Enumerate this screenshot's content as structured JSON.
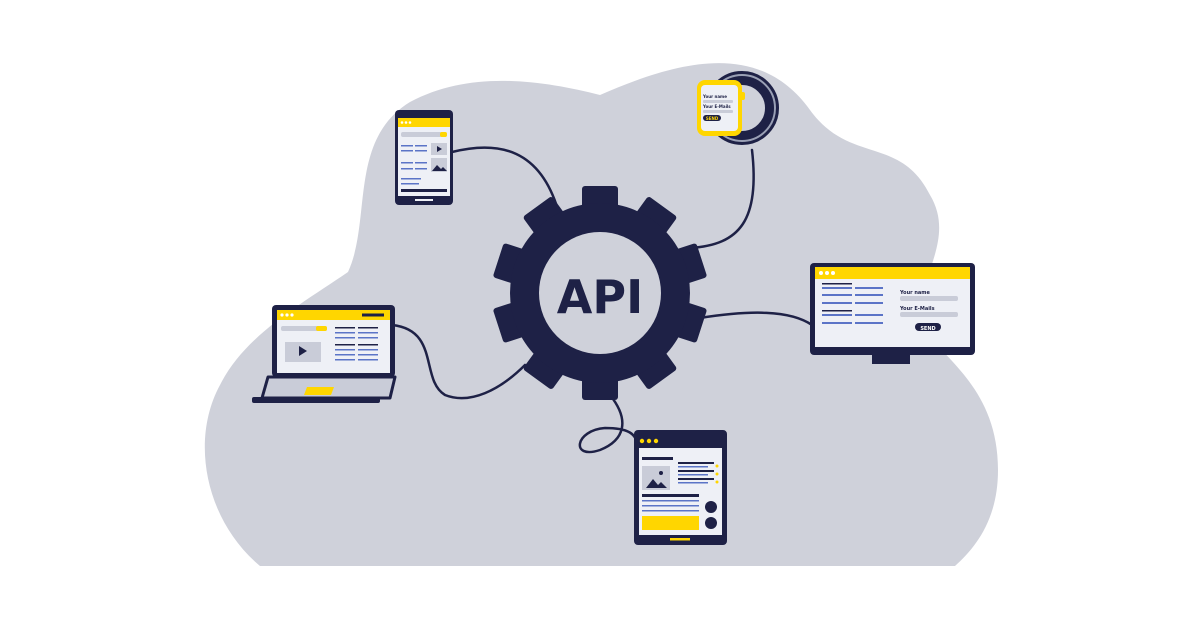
{
  "api": {
    "label": "API"
  },
  "watch": {
    "line1": "Your name",
    "line2": "Your E-Mails",
    "button": "SEND"
  },
  "monitor": {
    "field1": "Your name",
    "field2": "Your E-Mails",
    "button": "SEND"
  },
  "colors": {
    "navy": "#1e2146",
    "yellow": "#ffd600",
    "cloud": "#cfd1da",
    "screen": "#eef0f6",
    "bar": "#c9ccd8",
    "blue": "#5b74c7"
  }
}
